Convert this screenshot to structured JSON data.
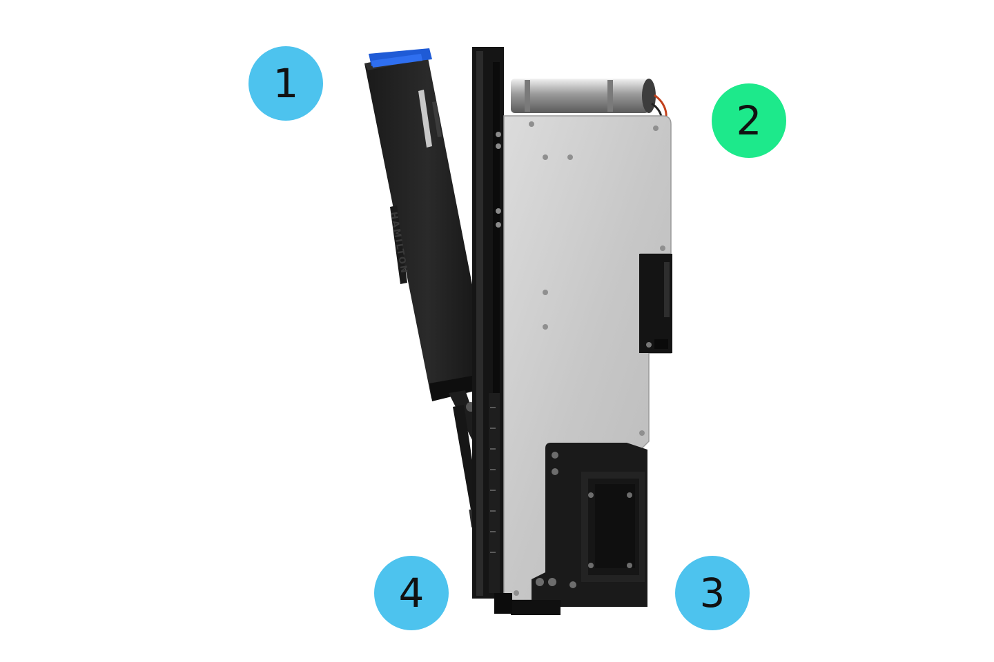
{
  "image": {
    "subject": "pipetting-channel-module",
    "housing_label": "HAMILTON"
  },
  "callouts": [
    {
      "number": "1",
      "color": "#4dc3ee"
    },
    {
      "number": "2",
      "color": "#1de98b"
    },
    {
      "number": "3",
      "color": "#4dc3ee"
    },
    {
      "number": "4",
      "color": "#4dc3ee"
    }
  ]
}
